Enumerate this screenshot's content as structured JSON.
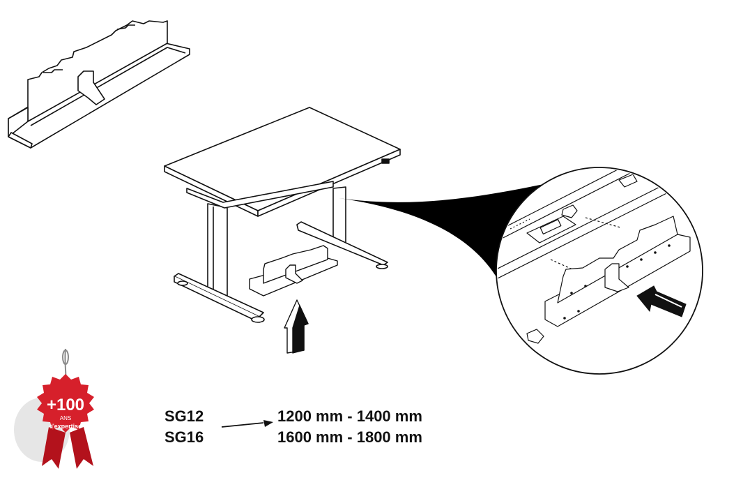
{
  "badge": {
    "number": "+100",
    "line1": "ANS",
    "line2_prefix": "d'",
    "line2_word": "expertise",
    "ribbon_color": "#d6202b"
  },
  "specs": [
    {
      "model": "SG12",
      "range": "1200 mm - 1400 mm"
    },
    {
      "model": "SG16",
      "range": "1600 mm - 1800 mm"
    }
  ],
  "icons": {
    "arrow_from_model_to_range": "arrow-right-icon",
    "assembly_arrow": "arrow-up-icon",
    "detail_arrow": "arrow-pointer-icon"
  }
}
